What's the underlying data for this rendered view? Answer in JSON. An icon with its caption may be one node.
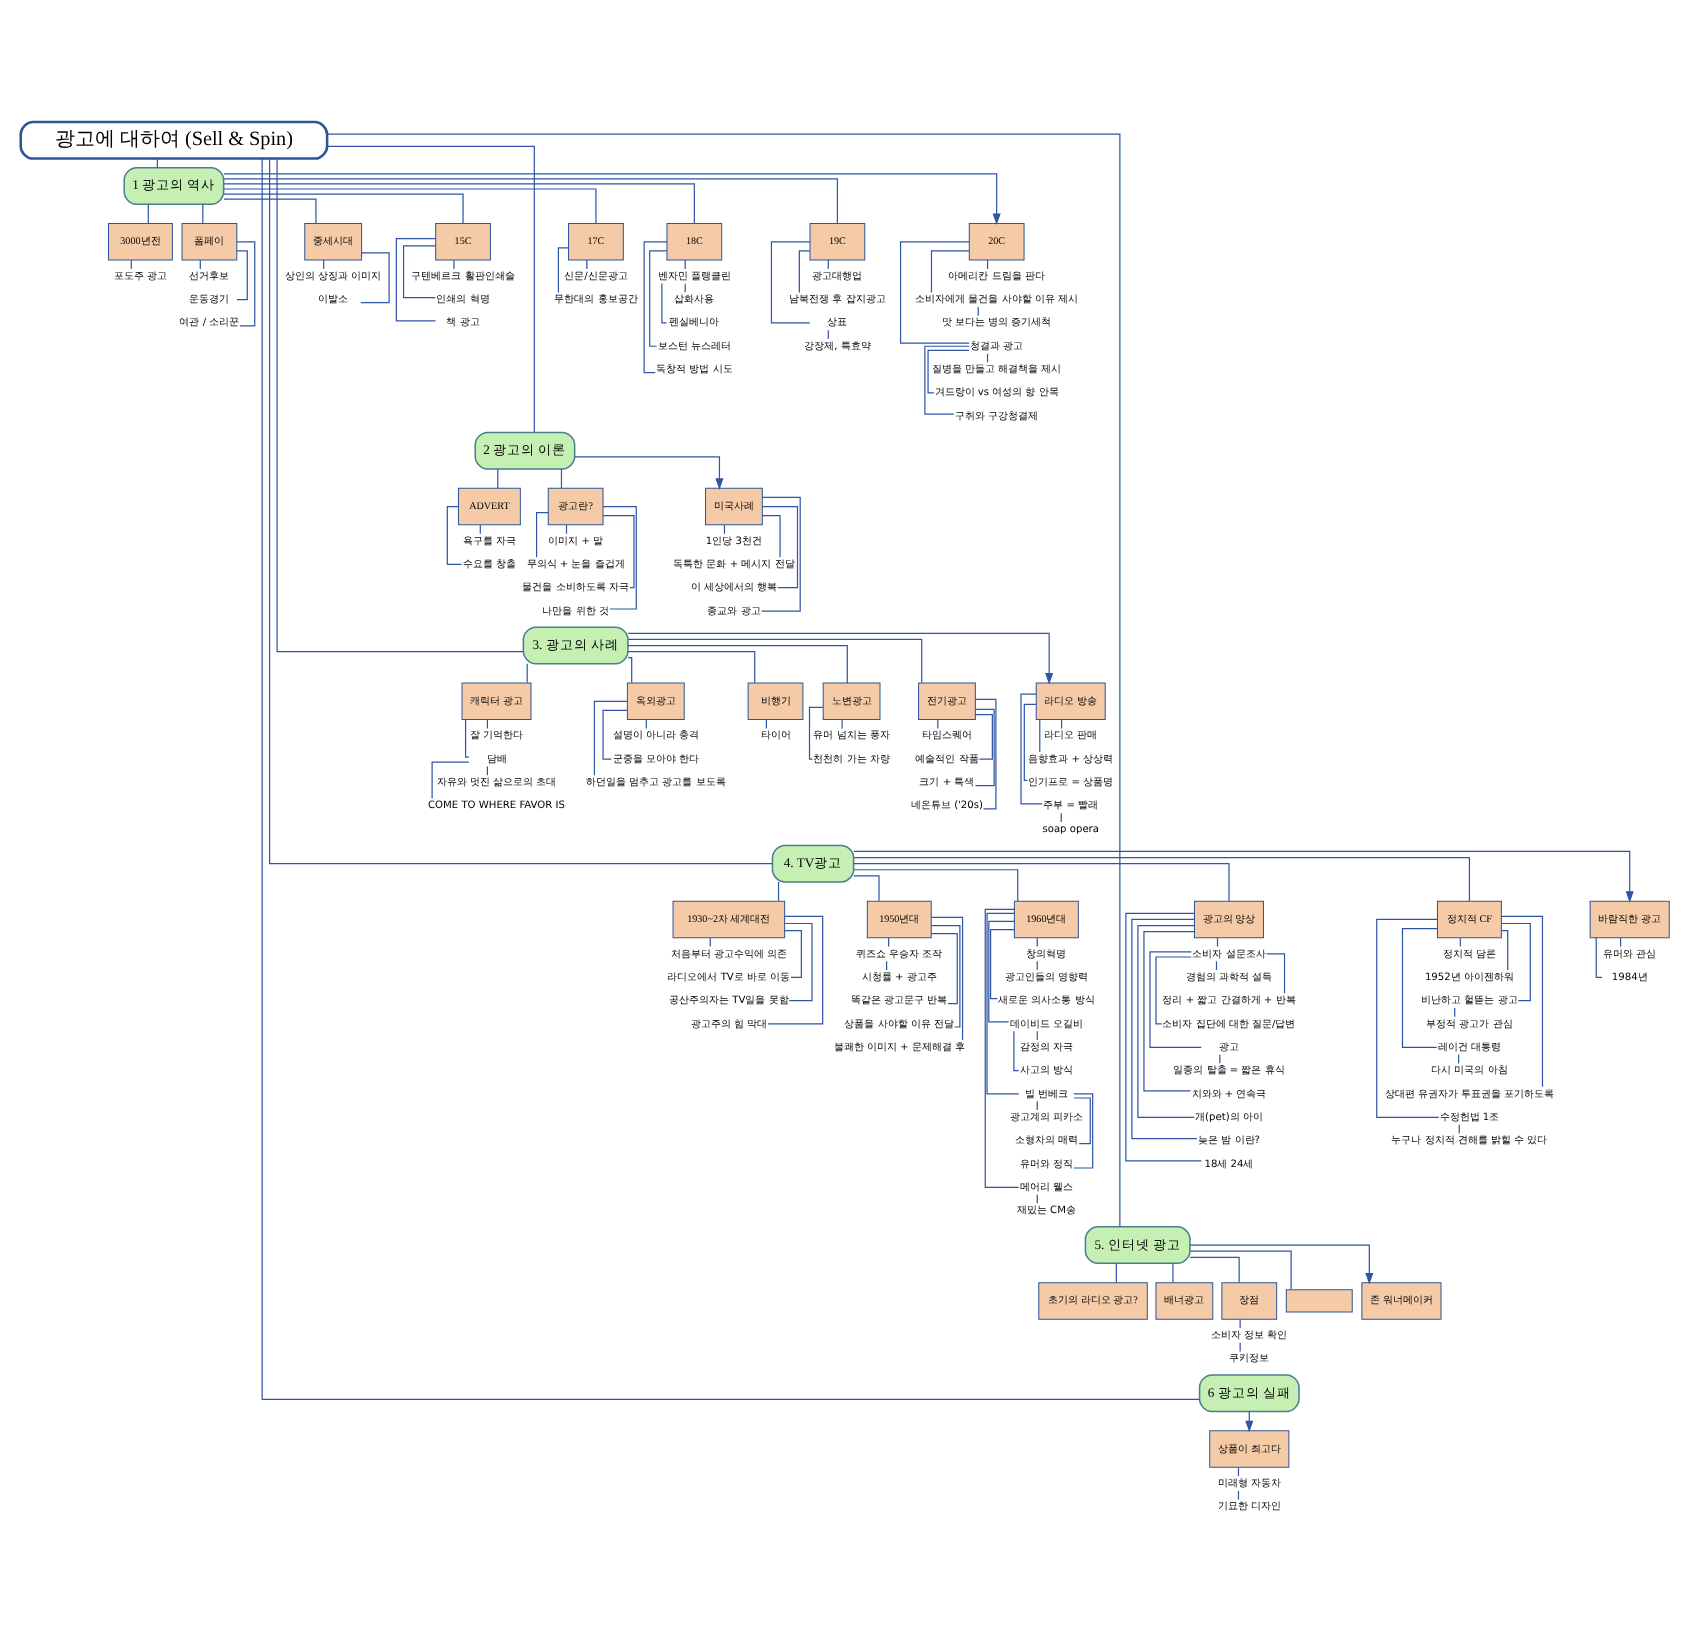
{
  "diagram": {
    "nodes": [
      {
        "text": [
          "광고에 대하여 (Sell & Spin)"
        ]
      },
      {
        "text": [
          "1 광고의 역사"
        ]
      },
      {
        "text": [
          "3000년전"
        ]
      },
      {
        "text": [
          "포도주 광고"
        ]
      },
      {
        "text": [
          "폼페이"
        ]
      },
      {
        "text": [
          "선거후보"
        ]
      },
      {
        "text": [
          "운동경기"
        ]
      },
      {
        "text": [
          "여관 / 소리꾼"
        ]
      },
      {
        "text": [
          "중세시대"
        ]
      },
      {
        "text": [
          "상인의 상징과 이미지"
        ]
      },
      {
        "text": [
          "이발소"
        ]
      },
      {
        "text": [
          "15C"
        ]
      },
      {
        "text": [
          "구텐베르크 활판인쇄술"
        ]
      },
      {
        "text": [
          "인쇄의 혁명"
        ]
      },
      {
        "text": [
          "책 광고"
        ]
      },
      {
        "text": [
          "17C"
        ]
      },
      {
        "text": [
          "신문/신문광고"
        ]
      },
      {
        "text": [
          "무한대의 홍보공간"
        ]
      },
      {
        "text": [
          "18C"
        ]
      },
      {
        "text": [
          "벤자민 플랭클린"
        ]
      },
      {
        "text": [
          "삽화사용"
        ]
      },
      {
        "text": [
          "펜실베니아"
        ]
      },
      {
        "text": [
          "보스턴 뉴스레터"
        ]
      },
      {
        "text": [
          "독창적 방법 시도"
        ]
      },
      {
        "text": [
          "19C"
        ]
      },
      {
        "text": [
          "광고대행업"
        ]
      },
      {
        "text": [
          "남북전쟁 후 잡지광고"
        ]
      },
      {
        "text": [
          "상표"
        ]
      },
      {
        "text": [
          "강장제, 특효약"
        ]
      },
      {
        "text": [
          "20C"
        ]
      },
      {
        "text": [
          "아메리칸 드림을 판다"
        ]
      },
      {
        "text": [
          "소비자에게 물건을 사야할 이유 제시"
        ]
      },
      {
        "text": [
          "맛 보다는 병의 증기세척"
        ]
      },
      {
        "text": [
          "청결과 광고"
        ]
      },
      {
        "text": [
          "질병을 만들고 해결책을 제시"
        ]
      },
      {
        "text": [
          "겨드랑이 vs 여성의 향 안목"
        ]
      },
      {
        "text": [
          "구취와 구강청결제"
        ]
      },
      {
        "text": [
          "2 광고의 이론"
        ]
      },
      {
        "text": [
          "ADVERT"
        ]
      },
      {
        "text": [
          "욕구를 자극"
        ]
      },
      {
        "text": [
          "수요를 창출"
        ]
      },
      {
        "text": [
          "광고란?"
        ]
      },
      {
        "text": [
          "이미지 + 말"
        ]
      },
      {
        "text": [
          "무의식 + 눈을 즐겁게"
        ]
      },
      {
        "text": [
          "물건을 소비하도록 자극"
        ]
      },
      {
        "text": [
          "나만을 위한 것"
        ]
      },
      {
        "text": [
          "미국사례"
        ]
      },
      {
        "text": [
          "1인당 3천건"
        ]
      },
      {
        "text": [
          "독특한 문화 + 메시지 전달"
        ]
      },
      {
        "text": [
          "이 세상에서의 행복"
        ]
      },
      {
        "text": [
          "종교와 광고"
        ]
      },
      {
        "text": [
          "3. 광고의 사례"
        ]
      },
      {
        "text": [
          "캐릭터 광고"
        ]
      },
      {
        "text": [
          "잘 기억한다"
        ]
      },
      {
        "text": [
          "담배"
        ]
      },
      {
        "text": [
          "자유와 멋진 삶으로의 초대"
        ]
      },
      {
        "text": [
          "COME TO WHERE FAVOR IS"
        ]
      },
      {
        "text": [
          "옥외광고"
        ]
      },
      {
        "text": [
          "설명이 아니라 충격"
        ]
      },
      {
        "text": [
          "군중을 모아야 한다"
        ]
      },
      {
        "text": [
          "하던일을 멈추고 광고를 보도록"
        ]
      },
      {
        "text": [
          "비행기"
        ]
      },
      {
        "text": [
          "타이어"
        ]
      },
      {
        "text": [
          "노변광고"
        ]
      },
      {
        "text": [
          "유머 넘치는 풍자"
        ]
      },
      {
        "text": [
          "천천히 가는 차량"
        ]
      },
      {
        "text": [
          "전기광고"
        ]
      },
      {
        "text": [
          "타임스퀘어"
        ]
      },
      {
        "text": [
          "예술적인 작품"
        ]
      },
      {
        "text": [
          "크기 + 특색"
        ]
      },
      {
        "text": [
          "네온튜브 ('20s)"
        ]
      },
      {
        "text": [
          "라디오 방송"
        ]
      },
      {
        "text": [
          "라디오 판매"
        ]
      },
      {
        "text": [
          "음향효과 + 상상력"
        ]
      },
      {
        "text": [
          "인기프로 = 상품명"
        ]
      },
      {
        "text": [
          "주부 = 빨래"
        ]
      },
      {
        "text": [
          "soap opera"
        ]
      },
      {
        "text": [
          "4. TV광고"
        ]
      },
      {
        "text": [
          "1930~2차 세계대전"
        ]
      },
      {
        "text": [
          "처음부터 광고수익에 의존"
        ]
      },
      {
        "text": [
          "라디오에서 TV로 바로 이동"
        ]
      },
      {
        "text": [
          "공산주의자는 TV일을 못함"
        ]
      },
      {
        "text": [
          "광고주의 힘 막대"
        ]
      },
      {
        "text": [
          "1950년대"
        ]
      },
      {
        "text": [
          "퀴즈쇼 우승자 조작"
        ]
      },
      {
        "text": [
          "시청률 + 광고주"
        ]
      },
      {
        "text": [
          "똑같은 광고문구 반복"
        ]
      },
      {
        "text": [
          "상품을 사야할 이유 전달"
        ]
      },
      {
        "text": [
          "불쾌한 이미지 + 문제해결 후"
        ]
      },
      {
        "text": [
          "1960년대"
        ]
      },
      {
        "text": [
          "창의혁명"
        ]
      },
      {
        "text": [
          "광고인들의 영향력"
        ]
      },
      {
        "text": [
          "새로운 의사소통 방식"
        ]
      },
      {
        "text": [
          "데이비드 오길비"
        ]
      },
      {
        "text": [
          "감정의 자극"
        ]
      },
      {
        "text": [
          "사고의 방식"
        ]
      },
      {
        "text": [
          "빌 번베크"
        ]
      },
      {
        "text": [
          "광고계의 피카소"
        ]
      },
      {
        "text": [
          "소형차의 매력"
        ]
      },
      {
        "text": [
          "유머와 정직"
        ]
      },
      {
        "text": [
          "메어리 웰스"
        ]
      },
      {
        "text": [
          "재밌는 CM송"
        ]
      },
      {
        "text": [
          "광고의 양상"
        ]
      },
      {
        "text": [
          "소비자 설문조사"
        ]
      },
      {
        "text": [
          "경험의 과학적 설득"
        ]
      },
      {
        "text": [
          "정리 + 짧고 간결하게 + 반복"
        ]
      },
      {
        "text": [
          "소비자 집단에 대한 질문/답변"
        ]
      },
      {
        "text": [
          "광고"
        ]
      },
      {
        "text": [
          "일종의 탈출 = 짧은 휴식"
        ]
      },
      {
        "text": [
          "치와와 + 연속극"
        ]
      },
      {
        "text": [
          "개(pet)의 아이"
        ]
      },
      {
        "text": [
          "늦은 밤 이란?"
        ]
      },
      {
        "text": [
          "18세 24세"
        ]
      },
      {
        "text": [
          "정치적 CF"
        ]
      },
      {
        "text": [
          "정치적 담론"
        ]
      },
      {
        "text": [
          "1952년 아이젠하워"
        ]
      },
      {
        "text": [
          "비난하고 헐뜯는 광고"
        ]
      },
      {
        "text": [
          "부정적 광고가 관심"
        ]
      },
      {
        "text": [
          "레이건 대통령"
        ]
      },
      {
        "text": [
          "다시 미국의 아침"
        ]
      },
      {
        "text": [
          "상대편 유권자가 투표권을 포기하도록"
        ]
      },
      {
        "text": [
          "수정헌법 1조"
        ]
      },
      {
        "text": [
          "누구나 정치적 견해를 밝힐 수 있다"
        ]
      },
      {
        "text": [
          "바람직한 광고"
        ]
      },
      {
        "text": [
          "유머와 관심"
        ]
      },
      {
        "text": [
          "1984년"
        ]
      },
      {
        "text": [
          "5. 인터넷 광고"
        ]
      },
      {
        "text": [
          "초기의 라디오 광고?"
        ]
      },
      {
        "text": [
          "배너광고"
        ]
      },
      {
        "text": [
          "장점"
        ]
      },
      {
        "text": [
          "소비자 정보 확인"
        ]
      },
      {
        "text": [
          "쿠키정보"
        ]
      },
      {
        "text": [],
        "shape": "box"
      },
      {
        "text": [
          "존 워너메이커"
        ]
      },
      {
        "text": [
          "6 광고의 실패"
        ]
      },
      {
        "text": [
          "상품이 최고다"
        ]
      },
      {
        "text": [
          "미래형 자동차"
        ]
      },
      {
        "text": [
          "기묘한 디자인"
        ]
      }
    ],
    "edges": [
      {
        "from": 0,
        "to": 1,
        "arrow": "none"
      },
      {
        "from": 1,
        "to": 2,
        "arrow": "none"
      },
      {
        "from": 1,
        "to": 4,
        "arrow": "none"
      },
      {
        "from": 1,
        "to": 8,
        "arrow": "none"
      },
      {
        "from": 1,
        "to": 11,
        "arrow": "none"
      },
      {
        "from": 1,
        "to": 15,
        "arrow": "none"
      },
      {
        "from": 1,
        "to": 18,
        "arrow": "none"
      },
      {
        "from": 1,
        "to": 24,
        "arrow": "none"
      },
      {
        "from": 1,
        "to": 29,
        "arrow": "to"
      },
      {
        "from": 2,
        "to": 3,
        "arrow": "none"
      },
      {
        "from": 4,
        "to": 5,
        "arrow": "none"
      },
      {
        "from": 4,
        "to": 6,
        "arrow": "none"
      },
      {
        "from": 4,
        "to": 7,
        "arrow": "none"
      },
      {
        "from": 8,
        "to": 9,
        "arrow": "none"
      },
      {
        "from": 8,
        "to": 10,
        "arrow": "none"
      },
      {
        "from": 11,
        "to": 12,
        "arrow": "none"
      },
      {
        "from": 11,
        "to": 13,
        "arrow": "none"
      },
      {
        "from": 11,
        "to": 14,
        "arrow": "none"
      },
      {
        "from": 15,
        "to": 16,
        "arrow": "none"
      },
      {
        "from": 15,
        "to": 17,
        "arrow": "none"
      },
      {
        "from": 18,
        "to": 19,
        "arrow": "none"
      },
      {
        "from": 19,
        "to": 20,
        "arrow": "none"
      },
      {
        "from": 19,
        "to": 21,
        "arrow": "none"
      },
      {
        "from": 18,
        "to": 22,
        "arrow": "none"
      },
      {
        "from": 18,
        "to": 23,
        "arrow": "none"
      },
      {
        "from": 24,
        "to": 25,
        "arrow": "none"
      },
      {
        "from": 24,
        "to": 26,
        "arrow": "none"
      },
      {
        "from": 24,
        "to": 27,
        "arrow": "none"
      },
      {
        "from": 27,
        "to": 28,
        "arrow": "none"
      },
      {
        "from": 29,
        "to": 30,
        "arrow": "none"
      },
      {
        "from": 29,
        "to": 31,
        "arrow": "none"
      },
      {
        "from": 31,
        "to": 32,
        "arrow": "none"
      },
      {
        "from": 29,
        "to": 33,
        "arrow": "none"
      },
      {
        "from": 33,
        "to": 34,
        "arrow": "none"
      },
      {
        "from": 33,
        "to": 35,
        "arrow": "none"
      },
      {
        "from": 33,
        "to": 36,
        "arrow": "none"
      },
      {
        "from": 0,
        "to": 37,
        "arrow": "none"
      },
      {
        "from": 37,
        "to": 38,
        "arrow": "none"
      },
      {
        "from": 37,
        "to": 41,
        "arrow": "none"
      },
      {
        "from": 37,
        "to": 46,
        "arrow": "to"
      },
      {
        "from": 38,
        "to": 39,
        "arrow": "none"
      },
      {
        "from": 38,
        "to": 40,
        "arrow": "none"
      },
      {
        "from": 41,
        "to": 42,
        "arrow": "none"
      },
      {
        "from": 41,
        "to": 43,
        "arrow": "none"
      },
      {
        "from": 41,
        "to": 44,
        "arrow": "none"
      },
      {
        "from": 41,
        "to": 45,
        "arrow": "none"
      },
      {
        "from": 46,
        "to": 47,
        "arrow": "none"
      },
      {
        "from": 46,
        "to": 48,
        "arrow": "none"
      },
      {
        "from": 46,
        "to": 49,
        "arrow": "none"
      },
      {
        "from": 46,
        "to": 50,
        "arrow": "none"
      },
      {
        "from": 0,
        "to": 51,
        "arrow": "none"
      },
      {
        "from": 51,
        "to": 52,
        "arrow": "none"
      },
      {
        "from": 51,
        "to": 57,
        "arrow": "none"
      },
      {
        "from": 51,
        "to": 61,
        "arrow": "none"
      },
      {
        "from": 51,
        "to": 63,
        "arrow": "none"
      },
      {
        "from": 51,
        "to": 66,
        "arrow": "none"
      },
      {
        "from": 51,
        "to": 71,
        "arrow": "to"
      },
      {
        "from": 52,
        "to": 53,
        "arrow": "none"
      },
      {
        "from": 52,
        "to": 54,
        "arrow": "none"
      },
      {
        "from": 54,
        "to": 55,
        "arrow": "none"
      },
      {
        "from": 54,
        "to": 56,
        "arrow": "none"
      },
      {
        "from": 57,
        "to": 58,
        "arrow": "none"
      },
      {
        "from": 57,
        "to": 59,
        "arrow": "none"
      },
      {
        "from": 57,
        "to": 60,
        "arrow": "none"
      },
      {
        "from": 61,
        "to": 62,
        "arrow": "none"
      },
      {
        "from": 63,
        "to": 64,
        "arrow": "none"
      },
      {
        "from": 63,
        "to": 65,
        "arrow": "none"
      },
      {
        "from": 66,
        "to": 67,
        "arrow": "none"
      },
      {
        "from": 66,
        "to": 68,
        "arrow": "none"
      },
      {
        "from": 66,
        "to": 69,
        "arrow": "none"
      },
      {
        "from": 66,
        "to": 70,
        "arrow": "none"
      },
      {
        "from": 71,
        "to": 72,
        "arrow": "none"
      },
      {
        "from": 71,
        "to": 73,
        "arrow": "none"
      },
      {
        "from": 71,
        "to": 74,
        "arrow": "none"
      },
      {
        "from": 71,
        "to": 75,
        "arrow": "none"
      },
      {
        "from": 75,
        "to": 76,
        "arrow": "none"
      },
      {
        "from": 0,
        "to": 77,
        "arrow": "none"
      },
      {
        "from": 77,
        "to": 78,
        "arrow": "none"
      },
      {
        "from": 77,
        "to": 83,
        "arrow": "none"
      },
      {
        "from": 77,
        "to": 89,
        "arrow": "none"
      },
      {
        "from": 77,
        "to": 102,
        "arrow": "none"
      },
      {
        "from": 77,
        "to": 113,
        "arrow": "none"
      },
      {
        "from": 77,
        "to": 123,
        "arrow": "to"
      },
      {
        "from": 78,
        "to": 79,
        "arrow": "none"
      },
      {
        "from": 78,
        "to": 80,
        "arrow": "none"
      },
      {
        "from": 78,
        "to": 81,
        "arrow": "none"
      },
      {
        "from": 78,
        "to": 82,
        "arrow": "none"
      },
      {
        "from": 83,
        "to": 84,
        "arrow": "none"
      },
      {
        "from": 84,
        "to": 85,
        "arrow": "none"
      },
      {
        "from": 83,
        "to": 86,
        "arrow": "none"
      },
      {
        "from": 83,
        "to": 87,
        "arrow": "none"
      },
      {
        "from": 83,
        "to": 88,
        "arrow": "none"
      },
      {
        "from": 89,
        "to": 90,
        "arrow": "none"
      },
      {
        "from": 90,
        "to": 91,
        "arrow": "none"
      },
      {
        "from": 89,
        "to": 92,
        "arrow": "none"
      },
      {
        "from": 89,
        "to": 93,
        "arrow": "none"
      },
      {
        "from": 93,
        "to": 94,
        "arrow": "none"
      },
      {
        "from": 93,
        "to": 95,
        "arrow": "none"
      },
      {
        "from": 89,
        "to": 96,
        "arrow": "none"
      },
      {
        "from": 96,
        "to": 97,
        "arrow": "none"
      },
      {
        "from": 96,
        "to": 98,
        "arrow": "none"
      },
      {
        "from": 96,
        "to": 99,
        "arrow": "none"
      },
      {
        "from": 89,
        "to": 100,
        "arrow": "none"
      },
      {
        "from": 100,
        "to": 101,
        "arrow": "none"
      },
      {
        "from": 102,
        "to": 103,
        "arrow": "none"
      },
      {
        "from": 103,
        "to": 104,
        "arrow": "none"
      },
      {
        "from": 103,
        "to": 105,
        "arrow": "none"
      },
      {
        "from": 103,
        "to": 106,
        "arrow": "none"
      },
      {
        "from": 103,
        "to": 107,
        "arrow": "none"
      },
      {
        "from": 107,
        "to": 108,
        "arrow": "none"
      },
      {
        "from": 102,
        "to": 109,
        "arrow": "none"
      },
      {
        "from": 102,
        "to": 110,
        "arrow": "none"
      },
      {
        "from": 102,
        "to": 111,
        "arrow": "none"
      },
      {
        "from": 102,
        "to": 112,
        "arrow": "none"
      },
      {
        "from": 113,
        "to": 114,
        "arrow": "none"
      },
      {
        "from": 113,
        "to": 115,
        "arrow": "none"
      },
      {
        "from": 113,
        "to": 116,
        "arrow": "none"
      },
      {
        "from": 116,
        "to": 117,
        "arrow": "none"
      },
      {
        "from": 113,
        "to": 118,
        "arrow": "none"
      },
      {
        "from": 118,
        "to": 119,
        "arrow": "none"
      },
      {
        "from": 113,
        "to": 120,
        "arrow": "none"
      },
      {
        "from": 113,
        "to": 121,
        "arrow": "none"
      },
      {
        "from": 121,
        "to": 122,
        "arrow": "none"
      },
      {
        "from": 123,
        "to": 124,
        "arrow": "none"
      },
      {
        "from": 123,
        "to": 125,
        "arrow": "none"
      },
      {
        "from": 0,
        "to": 126,
        "arrow": "none"
      },
      {
        "from": 126,
        "to": 127,
        "arrow": "none"
      },
      {
        "from": 126,
        "to": 128,
        "arrow": "none"
      },
      {
        "from": 126,
        "to": 129,
        "arrow": "none"
      },
      {
        "from": 126,
        "to": 132,
        "arrow": "none"
      },
      {
        "from": 126,
        "to": 133,
        "arrow": "to"
      },
      {
        "from": 129,
        "to": 130,
        "arrow": "none"
      },
      {
        "from": 130,
        "to": 131,
        "arrow": "none"
      },
      {
        "from": 0,
        "to": 134,
        "arrow": "none"
      },
      {
        "from": 134,
        "to": 135,
        "arrow": "to"
      },
      {
        "from": 135,
        "to": 136,
        "arrow": "none"
      },
      {
        "from": 136,
        "to": 137,
        "arrow": "none"
      }
    ]
  }
}
